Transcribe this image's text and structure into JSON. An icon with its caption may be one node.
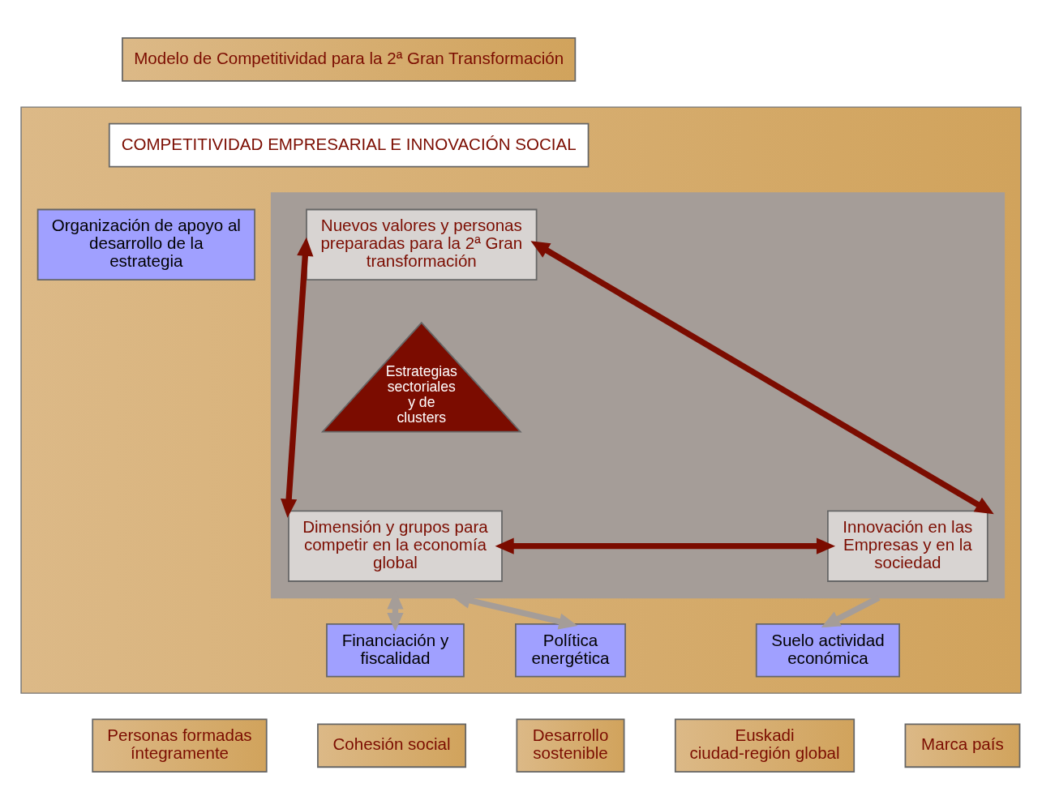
{
  "diagram": {
    "nodes": [
      {
        "text": [
          "Modelo de Competitividad para la 2ª Gran Transformación"
        ]
      },
      {
        "text": [],
        "shape": "box"
      },
      {
        "text": [
          "COMPETITIVIDAD EMPRESARIAL E INNOVACIÓN SOCIAL"
        ],
        "in": 1
      },
      {
        "text": [
          "Organización de apoyo al desarrollo de la estrategia"
        ],
        "in": 1
      },
      {
        "text": [],
        "shape": "box",
        "in": 1
      },
      {
        "text": [
          "Nuevos valores y personas preparadas para la 2ª Gran transformación"
        ],
        "in": 4
      },
      {
        "text": [
          "Estrategias sectoriales y de clusters"
        ],
        "in": 4
      },
      {
        "text": [
          "Dimensión y grupos para competir en la economía global"
        ],
        "in": 4
      },
      {
        "text": [
          "Innovación en las Empresas y en la sociedad"
        ],
        "in": 4
      },
      {
        "text": [
          "Financiación y fiscalidad"
        ],
        "in": 1
      },
      {
        "text": [
          "Política energética"
        ],
        "in": 1
      },
      {
        "text": [
          "Suelo actividad económica"
        ],
        "in": 1
      },
      {
        "text": [
          "Personas formadas íntegramente"
        ]
      },
      {
        "text": [
          "Cohesión social"
        ]
      },
      {
        "text": [
          "Desarrollo sostenible"
        ]
      },
      {
        "text": [
          "Euskadi ciudad-región global"
        ]
      },
      {
        "text": [
          "Marca país"
        ]
      }
    ],
    "edges": [
      {
        "from": 7,
        "to": 5,
        "arrow": "both",
        "color": "#7b0c00"
      },
      {
        "from": 5,
        "to": 8,
        "arrow": "both",
        "color": "#7b0c00"
      },
      {
        "from": 7,
        "to": 8,
        "arrow": "both",
        "color": "#7b0c00"
      },
      {
        "from": 4,
        "to": 9,
        "arrow": "both",
        "color": "#a59d98"
      },
      {
        "from": 4,
        "to": 10,
        "arrow": "both",
        "color": "#a59d98"
      },
      {
        "from": 4,
        "to": 11,
        "arrow": "to",
        "color": "#a59d98"
      }
    ]
  }
}
